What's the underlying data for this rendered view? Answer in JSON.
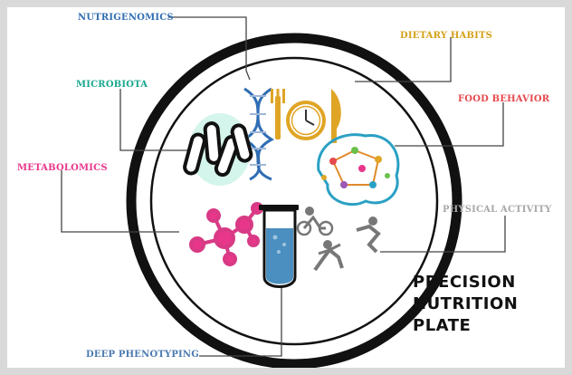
{
  "title_lines": [
    "PRECISION",
    "NUTRITION",
    "PLATE"
  ],
  "labels": {
    "nutrigenomics": "NUTRIGENOMICS",
    "dietary_habits": "DIETARY HABITS",
    "microbiota": "MICROBIOTA",
    "food_behavior": "FOOD BEHAVIOR",
    "metabolomics": "METABOLOMICS",
    "physical_activity": "PHYSICAL ACTIVITY",
    "deep_phenotyping": "DEEP PHENOTYPING"
  },
  "colors": {
    "nutrigenomics": "#2f6db3",
    "dietary_habits": "#d4a21a",
    "microbiota": "#1aa88f",
    "food_behavior": "#e5484d",
    "metabolomics": "#e8378a",
    "physical_activity": "#a8a8a8",
    "deep_phenotyping": "#4a79b0",
    "plate_ring": "#111111",
    "connector": "#444444",
    "frame_border": "#d9d9d9"
  },
  "icons": [
    "dna-helix-icon",
    "fork-clock-knife-icon",
    "bacteria-icon",
    "brain-network-icon",
    "molecule-icon",
    "test-tube-icon",
    "athletes-icon"
  ]
}
